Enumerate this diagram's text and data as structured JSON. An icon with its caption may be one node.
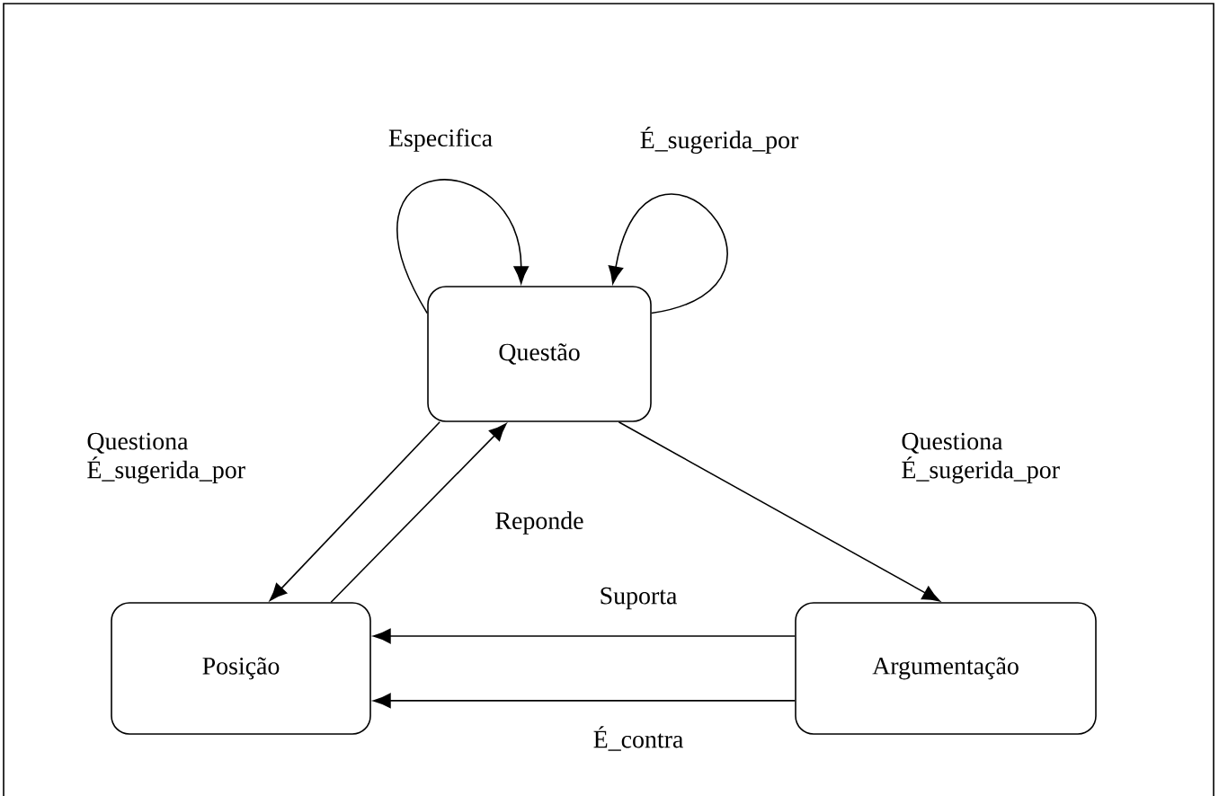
{
  "diagram": {
    "nodes": [
      {
        "text": [
          "Questão"
        ]
      },
      {
        "text": [
          "Posição"
        ]
      },
      {
        "text": [
          "Argumentação"
        ]
      }
    ],
    "edges": [
      {
        "from": 0,
        "to": 0,
        "arrow": "to",
        "label": "Especifica"
      },
      {
        "from": 0,
        "to": 0,
        "arrow": "to",
        "label": "É_sugerida_por"
      },
      {
        "from": 0,
        "to": 1,
        "arrow": "to",
        "label": "Questiona É_sugerida_por"
      },
      {
        "from": 1,
        "to": 0,
        "arrow": "to",
        "label": "Reponde"
      },
      {
        "from": 0,
        "to": 2,
        "arrow": "to",
        "label": "Questiona É_sugerida_por"
      },
      {
        "from": 2,
        "to": 1,
        "arrow": "to",
        "label": "Suporta"
      },
      {
        "from": 2,
        "to": 1,
        "arrow": "to",
        "label": "É_contra"
      }
    ]
  }
}
